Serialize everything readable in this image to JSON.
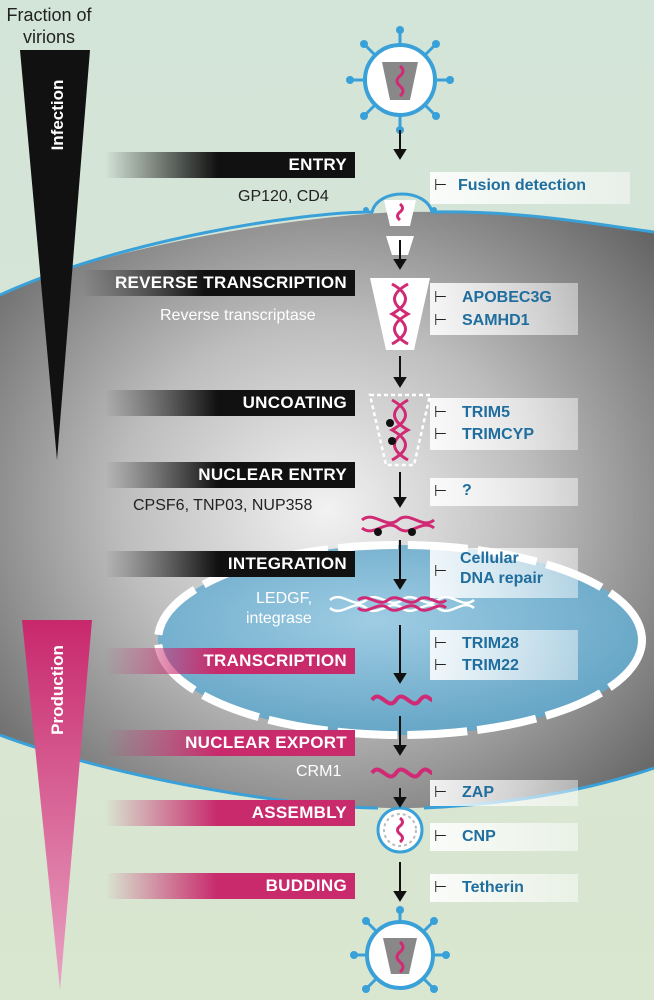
{
  "axis": {
    "fraction_label": "Fraction of virions",
    "infection_label": "Infection",
    "production_label": "Production"
  },
  "steps": [
    {
      "label": "ENTRY",
      "phase": "infection"
    },
    {
      "label": "REVERSE TRANSCRIPTION",
      "phase": "infection"
    },
    {
      "label": "UNCOATING",
      "phase": "infection"
    },
    {
      "label": "NUCLEAR ENTRY",
      "phase": "infection"
    },
    {
      "label": "INTEGRATION",
      "phase": "infection"
    },
    {
      "label": "TRANSCRIPTION",
      "phase": "production"
    },
    {
      "label": "NUCLEAR EXPORT",
      "phase": "production"
    },
    {
      "label": "ASSEMBLY",
      "phase": "production"
    },
    {
      "label": "BUDDING",
      "phase": "production"
    }
  ],
  "factors": {
    "entry": "GP120, CD4",
    "reverse_transcription": "Reverse transcriptase",
    "nuclear_entry": "CPSF6, TNP03, NUP358",
    "integration_line1": "LEDGF,",
    "integration_line2": "integrase",
    "export": "CRM1"
  },
  "restriction": {
    "fusion": "Fusion detection",
    "apobec": "APOBEC3G",
    "samhd1": "SAMHD1",
    "trim5": "TRIM5",
    "trimcyp": "TRIMCYP",
    "unknown": "?",
    "dna_repair_1": "Cellular",
    "dna_repair_2": "DNA repair",
    "trim28": "TRIM28",
    "trim22": "TRIM22",
    "zap": "ZAP",
    "cnp": "CNP",
    "tetherin": "Tetherin"
  },
  "colors": {
    "infection": "#111111",
    "production": "#c82a6c",
    "restriction_text": "#1f6e9e",
    "membrane": "#3aa0d8",
    "rna": "#d02a74"
  }
}
